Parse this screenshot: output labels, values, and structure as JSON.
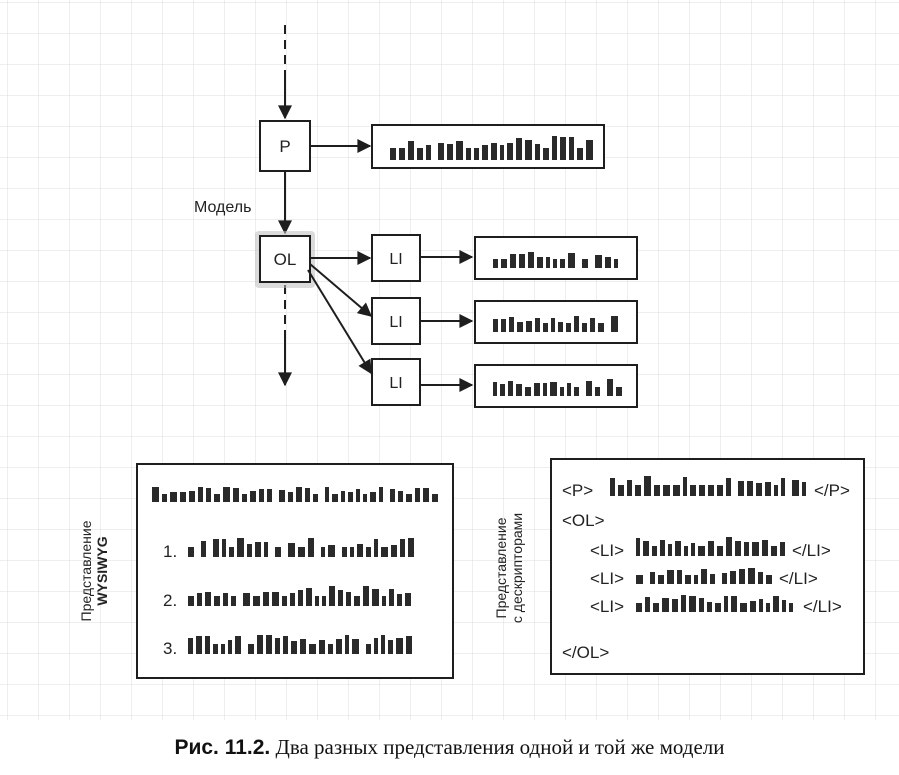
{
  "diagram": {
    "model_label": "Модель",
    "nodes": {
      "p": "P",
      "ol": "OL",
      "li1": "LI",
      "li2": "LI",
      "li3": "LI"
    },
    "wysiwyg": {
      "side_label_line1": "Представление",
      "side_label_line2": "WYSIWYG",
      "markers": [
        "1.",
        "2.",
        "3."
      ]
    },
    "tags": {
      "side_label_line1": "Представление",
      "side_label_line2": "с дескрипторами",
      "p_open": "<P>",
      "p_close": "</P>",
      "ol_open": "<OL>",
      "ol_close": "</OL>",
      "li_open": "<LI>",
      "li_close": "</LI>"
    }
  },
  "caption": {
    "number": "Рис. 11.2.",
    "text": "Два разных представления одной и той же модели"
  },
  "colors": {
    "line": "#1e1e1e",
    "grid": "#dcdcdc",
    "bars": "#2a2a2a"
  }
}
